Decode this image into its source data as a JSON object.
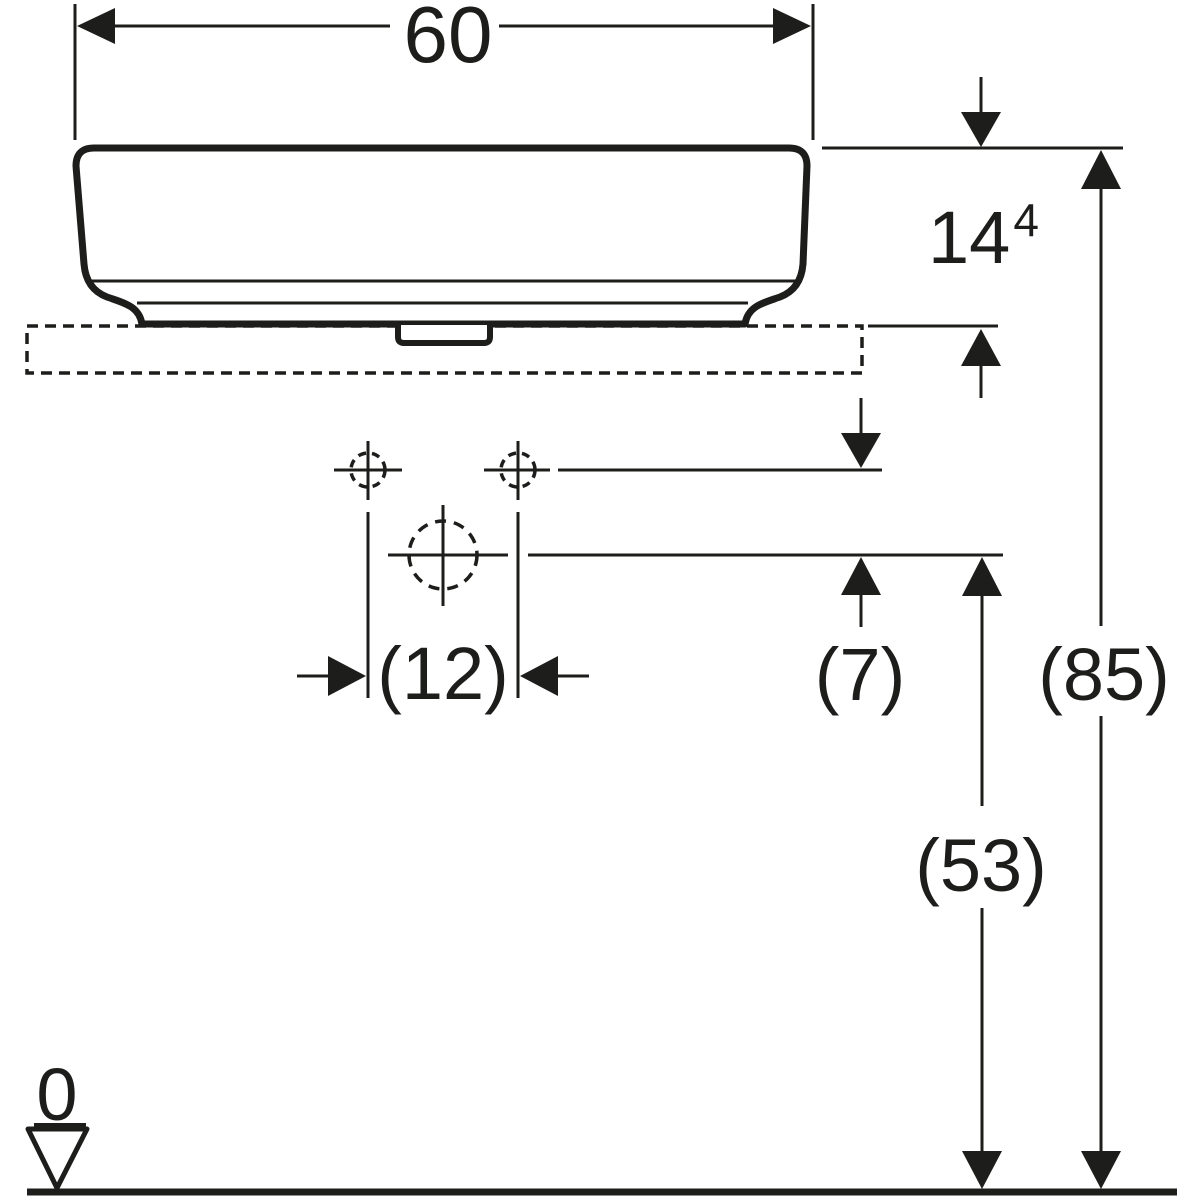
{
  "diagram": {
    "type": "technical-dimension-drawing",
    "colors": {
      "ink": "#1d1d1b",
      "background": "#ffffff"
    },
    "labels": {
      "width": "60",
      "basin_height_value": "14",
      "basin_height_sup": "4",
      "tap_hole_spacing": "(12)",
      "hole_vertical_offset": "(7)",
      "lower_hole_height": "(53)",
      "rim_height": "(85)",
      "datum_zero": "0"
    },
    "symbols": {
      "dimension_arrow": "filled-triangle-arrowhead",
      "datum_marker": "open-triangle-icon",
      "hole_centerline": "dashed-circle-crosshair",
      "countertop": "dashed-outline-rectangle"
    }
  }
}
